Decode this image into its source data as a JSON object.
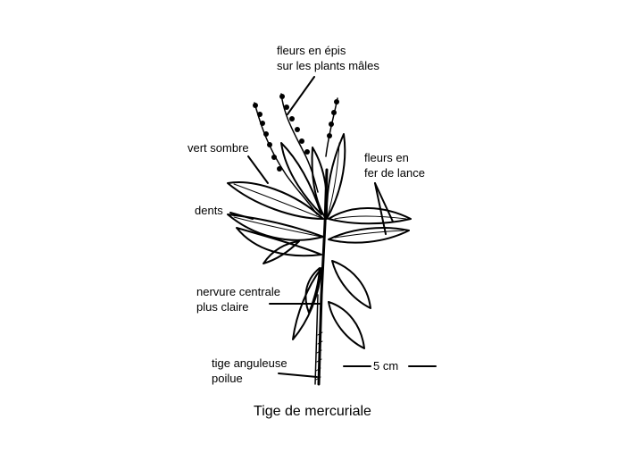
{
  "caption": "Tige de mercuriale",
  "labels": {
    "flowers_spikes": [
      "fleurs en épis",
      "sur les plants mâles"
    ],
    "dark_green": [
      "vert sombre"
    ],
    "teeth": [
      "dents"
    ],
    "lance_flowers": [
      "fleurs en",
      "fer de lance"
    ],
    "midrib": [
      "nervure centrale",
      "plus claire"
    ],
    "stem": [
      "tige anguleuse",
      "poilue"
    ]
  },
  "scale_bar": "5 cm",
  "colors": {
    "ink": "#000000",
    "background": "#ffffff"
  }
}
